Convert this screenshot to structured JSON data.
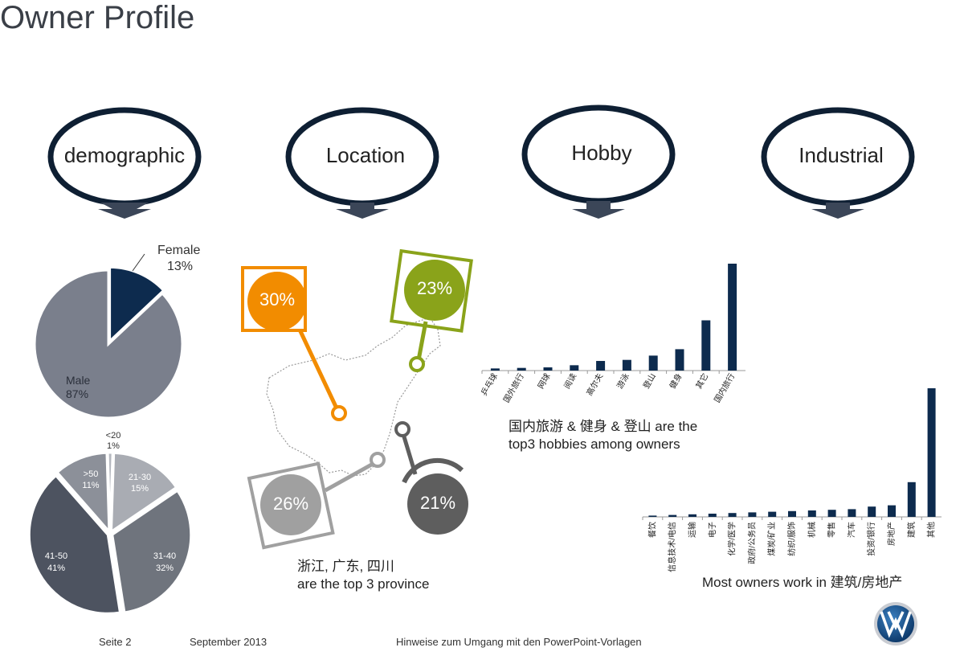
{
  "title": "Owner Profile",
  "categories_header": [
    "demographic",
    "Location",
    "Hobby",
    "Industrial"
  ],
  "colors": {
    "navy": "#0d2b4e",
    "gray": "#7a7f8c",
    "orange": "#f28c00",
    "green": "#8aa31a",
    "lightgray": "#a0a0a0",
    "darkgray": "#5e5e5e"
  },
  "chart_data": [
    {
      "type": "pie",
      "name": "gender",
      "slices": [
        {
          "label": "Female",
          "value": 13,
          "text": "13%"
        },
        {
          "label": "Male",
          "value": 87,
          "text": "87%"
        }
      ]
    },
    {
      "type": "pie",
      "name": "age",
      "slices": [
        {
          "label": "<20",
          "value": 1,
          "text": "1%"
        },
        {
          "label": "21-30",
          "value": 15,
          "text": "15%"
        },
        {
          "label": "31-40",
          "value": 32,
          "text": "32%"
        },
        {
          "label": "41-50",
          "value": 41,
          "text": "41%"
        },
        {
          "label": ">50",
          "value": 11,
          "text": "11%"
        }
      ]
    },
    {
      "type": "bar",
      "name": "hobbies",
      "categories": [
        "乒乓球",
        "国外旅行",
        "网球",
        "阅读",
        "高尔夫",
        "游泳",
        "登山",
        "健身",
        "其它",
        "国内旅行"
      ],
      "values": [
        2,
        2.5,
        3,
        5,
        9,
        10,
        14,
        20,
        47,
        100
      ]
    },
    {
      "type": "bar",
      "name": "industries",
      "categories": [
        "餐饮",
        "信息技术/电信",
        "运输",
        "电子",
        "化学/医学",
        "政府/公务员",
        "煤炭/矿业",
        "纺织/服饰",
        "机械",
        "零售",
        "汽车",
        "投资/银行",
        "房地产",
        "建筑",
        "其他"
      ],
      "values": [
        1,
        1.5,
        2,
        2.5,
        3,
        3.5,
        4,
        4.5,
        5,
        5.5,
        6,
        8,
        9,
        27,
        100
      ]
    }
  ],
  "location": {
    "badges": [
      {
        "text": "30%"
      },
      {
        "text": "23%"
      },
      {
        "text": "26%"
      },
      {
        "text": "21%"
      }
    ],
    "caption_line1": "浙江, 广东, 四川",
    "caption_line2": "are the top 3 province"
  },
  "hobby_caption": {
    "line1": "国内旅游 & 健身 & 登山 are the",
    "line2": "top3 hobbies among owners"
  },
  "industry_caption": "Most owners work in 建筑/房地产",
  "footer": {
    "page": "Seite 2",
    "date": "September 2013",
    "note": "Hinweise zum Umgang mit den PowerPoint-Vorlagen"
  }
}
